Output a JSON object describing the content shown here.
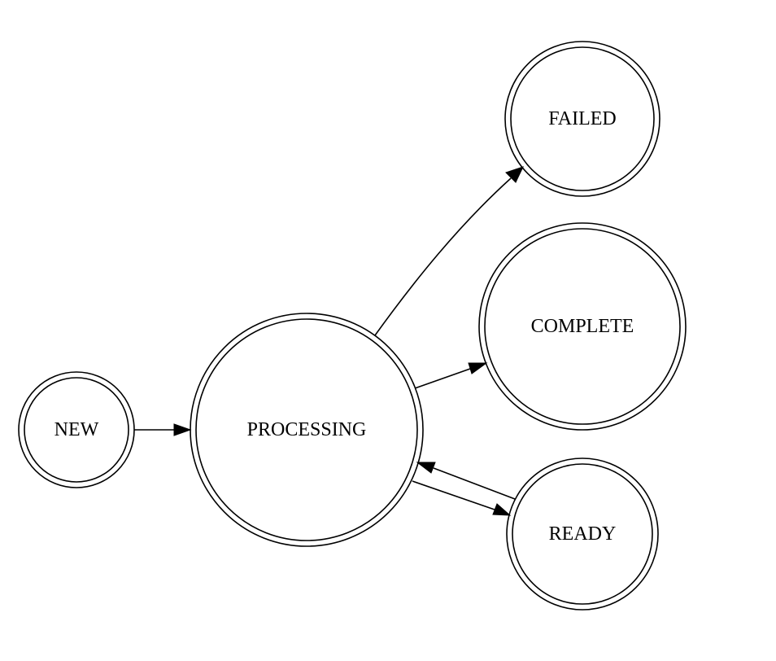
{
  "diagram": {
    "type": "state-machine",
    "nodes": [
      {
        "id": "new",
        "label": "NEW"
      },
      {
        "id": "processing",
        "label": "PROCESSING"
      },
      {
        "id": "failed",
        "label": "FAILED"
      },
      {
        "id": "complete",
        "label": "COMPLETE"
      },
      {
        "id": "ready",
        "label": "READY"
      }
    ],
    "edges": [
      {
        "from": "new",
        "to": "processing"
      },
      {
        "from": "processing",
        "to": "failed"
      },
      {
        "from": "processing",
        "to": "complete"
      },
      {
        "from": "processing",
        "to": "ready"
      },
      {
        "from": "ready",
        "to": "processing"
      }
    ]
  }
}
